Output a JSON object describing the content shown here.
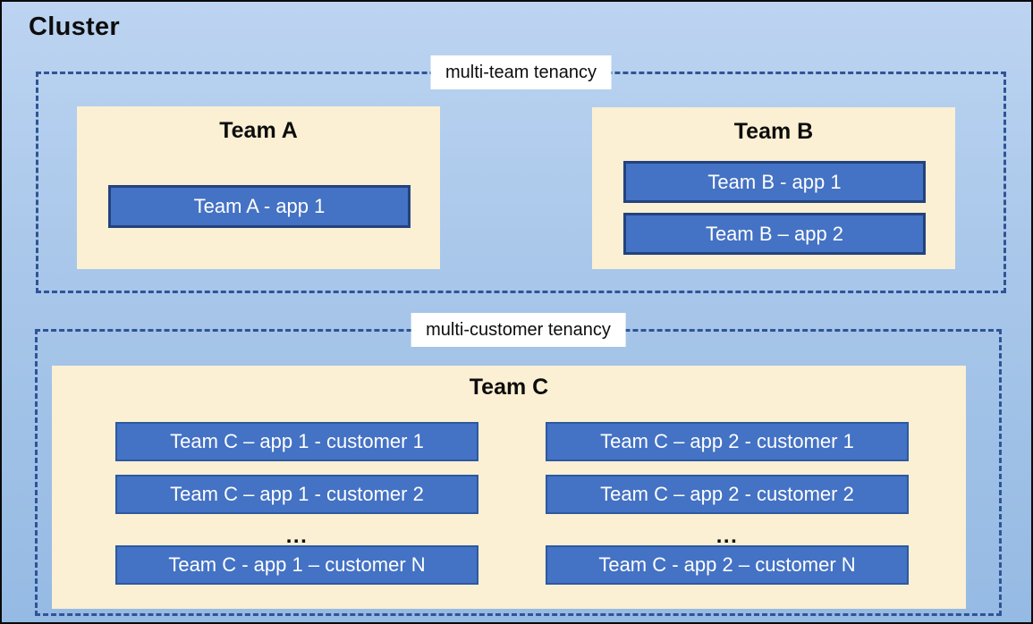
{
  "cluster_title": "Cluster",
  "multi_team": {
    "label": "multi-team tenancy",
    "team_a": {
      "name": "Team A",
      "app1": "Team A - app 1"
    },
    "team_b": {
      "name": "Team B",
      "app1": "Team B - app 1",
      "app2": "Team B – app 2"
    }
  },
  "multi_customer": {
    "label": "multi-customer tenancy",
    "team_c": {
      "name": "Team C",
      "col1": {
        "row1": "Team C – app 1 - customer 1",
        "row2": "Team C – app 1 - customer 2",
        "ellipsis": "...",
        "rowN": "Team C - app 1 – customer N"
      },
      "col2": {
        "row1": "Team C – app 2 - customer 1",
        "row2": "Team C – app 2 - customer 2",
        "ellipsis": "...",
        "rowN": "Team C - app 2 – customer N"
      }
    }
  },
  "colors": {
    "canvas_bg_top": "#BCD4F1",
    "canvas_bg_bottom": "#95BAE3",
    "outer_border": "#0A0A0A",
    "zone_dash_border": "#2F5496",
    "team_fill": "#FBF0D3",
    "app_fill": "#4472C4",
    "app_border_thick": "#24427E",
    "app_border_thin": "#2E59A0",
    "zone_label_bg": "#FFFFFF",
    "title_text": "#0D0D0D",
    "app_text": "#FFFFFF"
  }
}
